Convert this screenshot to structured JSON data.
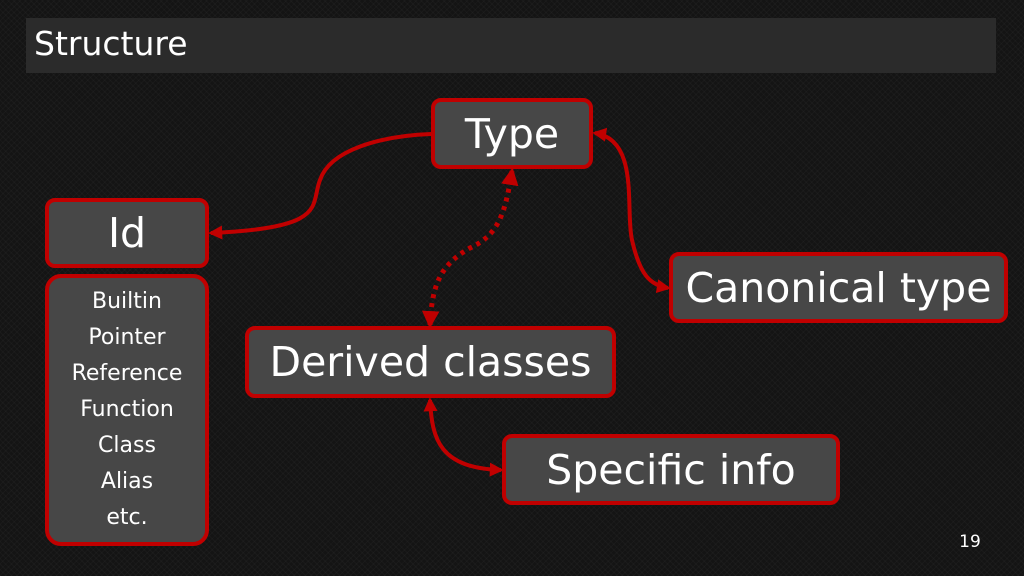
{
  "header": {
    "title": "Structure"
  },
  "nodes": {
    "type": "Type",
    "id": "Id",
    "canonical_type": "Canonical type",
    "derived_classes": "Derived classes",
    "specific_info": "Specific info",
    "id_kinds": [
      "Builtin",
      "Pointer",
      "Reference",
      "Function",
      "Class",
      "Alias",
      "etc."
    ]
  },
  "footer": {
    "page_number": "19"
  },
  "colors": {
    "background": "#141414",
    "title_bar": "#2b2b2b",
    "node_fill": "#474747",
    "accent_red": "#c00000",
    "text": "#ffffff"
  }
}
